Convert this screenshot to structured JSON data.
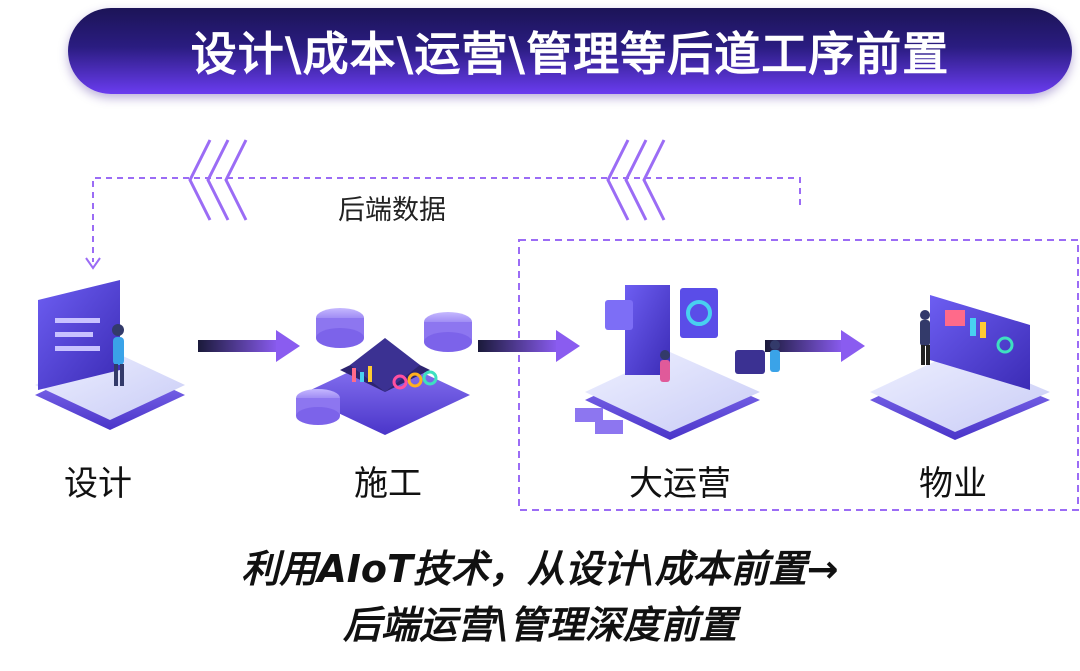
{
  "banner": {
    "title": "设计\\成本\\运营\\管理等后道工序前置"
  },
  "feedback": {
    "label": "后端数据"
  },
  "stages": [
    {
      "label": "设计"
    },
    {
      "label": "施工"
    },
    {
      "label": "大运营"
    },
    {
      "label": "物业"
    }
  ],
  "summary": {
    "line1": "利用AIoT技术，从设计\\成本前置→",
    "line2": "后端运营\\管理深度前置"
  },
  "colors": {
    "banner_dark": "#1c1457",
    "banner_light": "#6a3cf0",
    "accent_purple": "#8a5cf0",
    "dashed_border": "#9b6cf5"
  }
}
